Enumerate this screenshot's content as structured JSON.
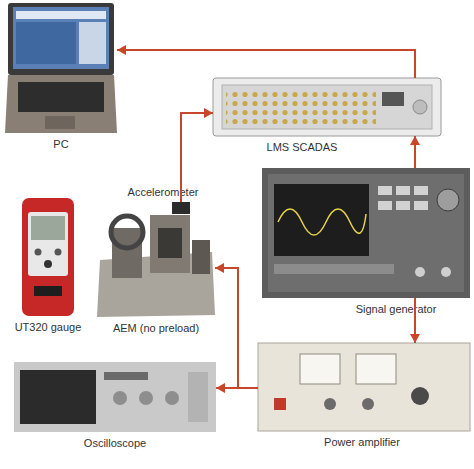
{
  "diagram": {
    "nodes": [
      {
        "text": [
          "PC"
        ]
      },
      {
        "text": [
          "LMS SCADAS"
        ]
      },
      {
        "text": [
          "Accelerometer"
        ]
      },
      {
        "text": [
          "UT320 gauge"
        ]
      },
      {
        "text": [
          "AEM (no preload)"
        ]
      },
      {
        "text": [
          "Signal generator"
        ]
      },
      {
        "text": [
          "Oscilloscope"
        ]
      },
      {
        "text": [
          "Power amplifier"
        ]
      }
    ],
    "edges": [
      {
        "from": 1,
        "to": 0,
        "arrow": "to"
      },
      {
        "from": 2,
        "to": 1,
        "arrow": "to"
      },
      {
        "from": 5,
        "to": 1,
        "arrow": "to"
      },
      {
        "from": 5,
        "to": 7,
        "arrow": "to"
      },
      {
        "from": 7,
        "to": 4,
        "arrow": "to"
      },
      {
        "from": 7,
        "to": 6,
        "arrow": "to"
      }
    ]
  }
}
